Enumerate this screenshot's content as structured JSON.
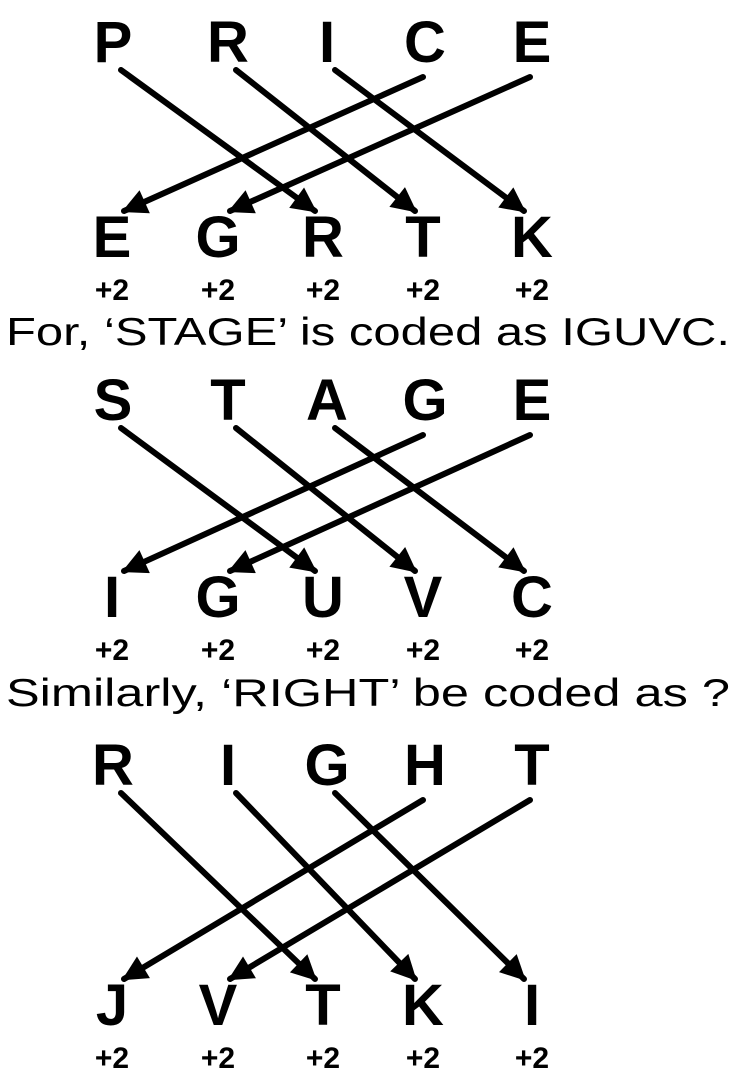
{
  "blocks": [
    {
      "word": [
        "P",
        "R",
        "I",
        "C",
        "E"
      ],
      "code": [
        "E",
        "G",
        "R",
        "T",
        "K"
      ],
      "shifts": [
        "+2",
        "+2",
        "+2",
        "+2",
        "+2"
      ],
      "arrows": [
        [
          0,
          2
        ],
        [
          1,
          3
        ],
        [
          2,
          4
        ],
        [
          3,
          0
        ],
        [
          4,
          1
        ]
      ],
      "sentence": "For, ‘STAGE’ is coded as IGUVC."
    },
    {
      "word": [
        "S",
        "T",
        "A",
        "G",
        "E"
      ],
      "code": [
        "I",
        "G",
        "U",
        "V",
        "C"
      ],
      "shifts": [
        "+2",
        "+2",
        "+2",
        "+2",
        "+2"
      ],
      "arrows": [
        [
          0,
          2
        ],
        [
          1,
          3
        ],
        [
          2,
          4
        ],
        [
          3,
          0
        ],
        [
          4,
          1
        ]
      ],
      "sentence": "Similarly, ‘RIGHT’ be coded as ?"
    },
    {
      "word": [
        "R",
        "I",
        "G",
        "H",
        "T"
      ],
      "code": [
        "J",
        "V",
        "T",
        "K",
        "I"
      ],
      "shifts": [
        "+2",
        "+2",
        "+2",
        "+2",
        "+2"
      ],
      "arrows": [
        [
          0,
          2
        ],
        [
          1,
          3
        ],
        [
          2,
          4
        ],
        [
          3,
          0
        ],
        [
          4,
          1
        ]
      ]
    }
  ],
  "colors": {
    "ink": "#000000",
    "background": "#ffffff"
  }
}
